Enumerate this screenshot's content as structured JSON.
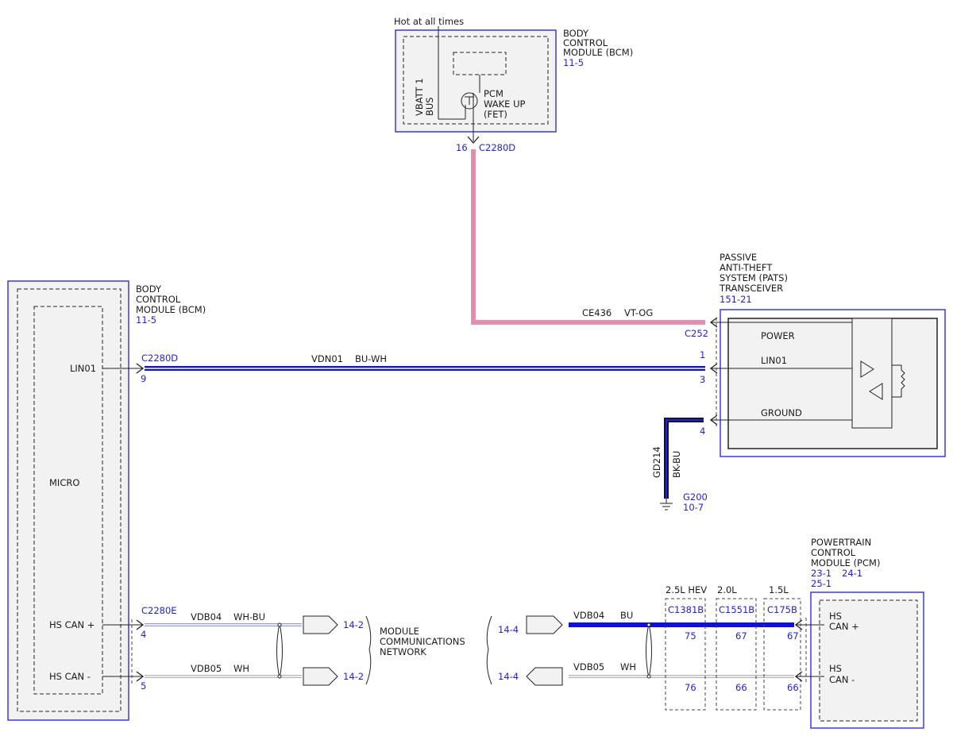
{
  "colors": {
    "ref_blue": "#1f1fd6",
    "wire_pink": "#e890b4",
    "wire_blue": "#1010d8",
    "wire_dark": "#111133",
    "module_fill": "#f2f2f2",
    "module_border": "#3a3adf"
  },
  "bcm_top": {
    "supply_label": "Hot at all times",
    "module_lines": [
      "BODY",
      "CONTROL",
      "MODULE (BCM)"
    ],
    "module_ref": "11-5",
    "bus_lines": [
      "VBATT 1",
      "BUS"
    ],
    "fet_lines": [
      "PCM",
      "WAKE UP",
      "(FET)"
    ],
    "pin": "16",
    "connector": "C2280D"
  },
  "bcm_left": {
    "module_lines": [
      "BODY",
      "CONTROL",
      "MODULE (BCM)"
    ],
    "module_ref": "11-5",
    "inner_label": "MICRO",
    "pins": [
      {
        "label": "LIN01",
        "connector": "C2280D",
        "pin": "9"
      },
      {
        "label": "HS CAN +",
        "connector": "C2280E",
        "pin": "4"
      },
      {
        "label": "HS CAN -",
        "connector": "",
        "pin": "5"
      }
    ]
  },
  "pats": {
    "module_lines": [
      "PASSIVE",
      "ANTI-THEFT",
      "SYSTEM (PATS)",
      "TRANSCEIVER"
    ],
    "module_ref": "151-21",
    "connector": "C252",
    "pins": [
      {
        "label": "POWER",
        "pin": "1"
      },
      {
        "label": "LIN01",
        "pin": "3"
      },
      {
        "label": "GROUND",
        "pin": "4"
      }
    ]
  },
  "wires": {
    "power": {
      "circuit": "CE436",
      "color": "VT-OG"
    },
    "lin": {
      "circuit": "VDN01",
      "color": "BU-WH"
    },
    "ground": {
      "circuit": "GD214",
      "color": "BK-BU",
      "ground_ref": "G200",
      "ground_page": "10-7"
    },
    "can_plus_left": {
      "circuit": "VDB04",
      "color": "WH-BU"
    },
    "can_minus_left": {
      "circuit": "VDB05",
      "color": "WH"
    },
    "can_plus_right": {
      "circuit": "VDB04",
      "color": "BU"
    },
    "can_minus_right": {
      "circuit": "VDB05",
      "color": "WH"
    }
  },
  "network": {
    "label_lines": [
      "MODULE",
      "COMMUNICATIONS",
      "NETWORK"
    ],
    "left_refs": [
      "14-2",
      "14-2"
    ],
    "right_refs": [
      "14-4",
      "14-4"
    ]
  },
  "pcm": {
    "module_lines": [
      "POWERTRAIN",
      "CONTROL",
      "MODULE (PCM)"
    ],
    "module_refs_line1": [
      "23-1",
      "24-1"
    ],
    "module_ref_line2": "25-1",
    "pins": [
      {
        "label_lines": [
          "HS",
          "CAN +"
        ]
      },
      {
        "label_lines": [
          "HS",
          "CAN -"
        ]
      }
    ],
    "variants": [
      {
        "engine": "2.5L HEV",
        "connector": "C1381B",
        "pin_plus": "75",
        "pin_minus": "76"
      },
      {
        "engine": "2.0L",
        "connector": "C1551B",
        "pin_plus": "67",
        "pin_minus": "66"
      },
      {
        "engine": "1.5L",
        "connector": "C175B",
        "pin_plus": "67",
        "pin_minus": "66"
      }
    ]
  }
}
